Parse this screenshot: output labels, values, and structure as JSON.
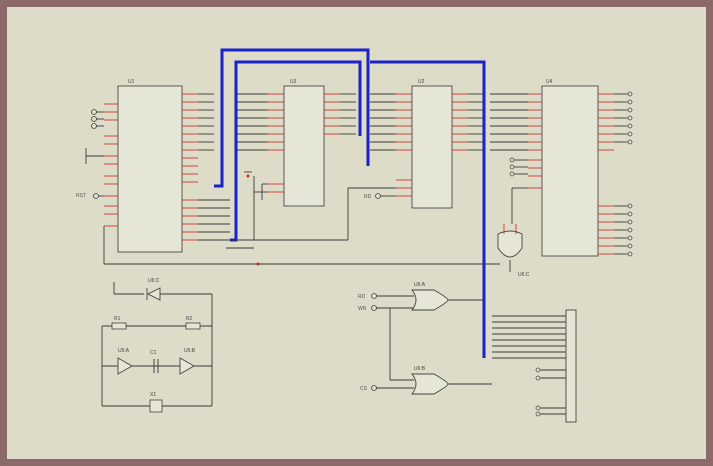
{
  "colors": {
    "frame": "#8c6a6a",
    "canvas": "#dcdcc8",
    "bus": "#1a22c8",
    "pins": "#d02020",
    "wires": "#3a3a3a"
  },
  "labels": {
    "u1": "U1",
    "u2": "U2",
    "u3": "U3",
    "u4": "U4",
    "u5a": "U5:A",
    "u5b": "U5:B",
    "u6c": "U6:C",
    "u6a": "U6:A",
    "u6b": "U6:B",
    "r1": "R1",
    "r2": "R2",
    "c1": "C1",
    "x1": "X1",
    "rst": "RST",
    "rd": "RD",
    "wr": "WR",
    "cs": "CS"
  }
}
